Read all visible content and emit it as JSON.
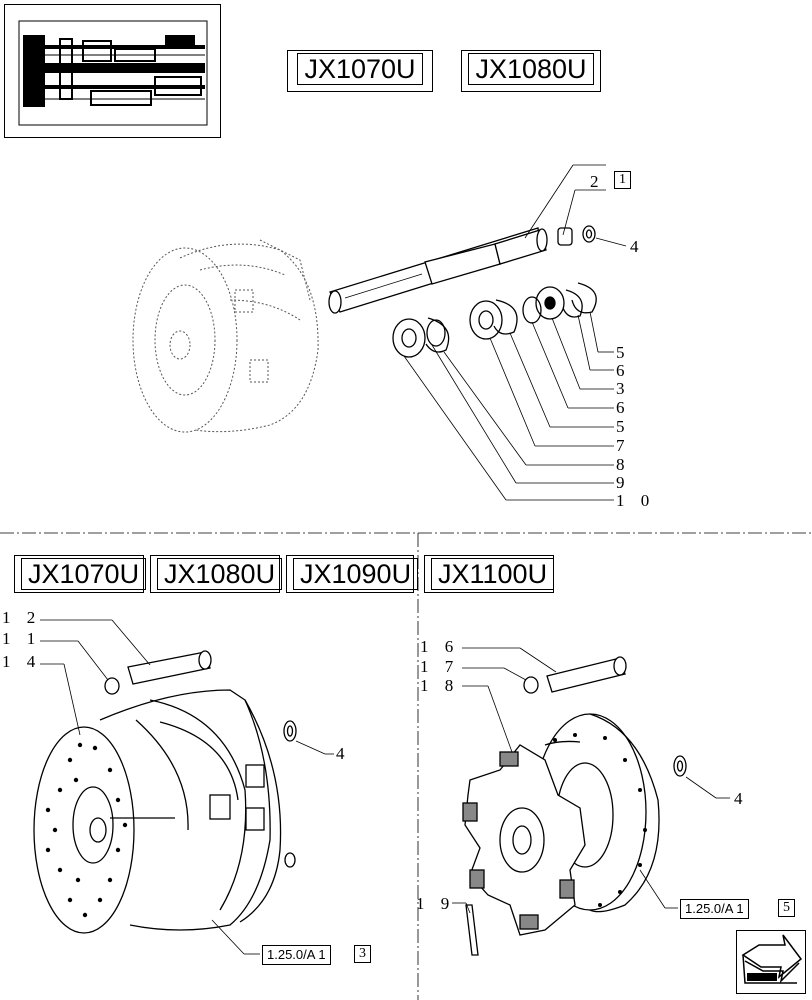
{
  "models": {
    "top": [
      "JX1070U",
      "JX1080U"
    ],
    "bottom_left": [
      "JX1070U",
      "JX1080U",
      "JX1090U"
    ],
    "bottom_right": [
      "JX1100U"
    ]
  },
  "callouts": {
    "top_ref_num": "2",
    "top_ref_sq": "1",
    "c4_top": "4",
    "top_list": [
      "5",
      "6",
      "3",
      "6",
      "5",
      "7",
      "8",
      "9",
      "1 0"
    ],
    "bl_12": "1 2",
    "bl_11": "1 1",
    "bl_14": "1 4",
    "bl_4": "4",
    "br_16": "1 6",
    "br_17": "1 7",
    "br_18": "1 8",
    "br_4": "4",
    "br_19": "1 9"
  },
  "refs": {
    "bl_ref": "1.25.0/A 1",
    "bl_sq": "3",
    "br_ref": "1.25.0/A 1",
    "br_sq": "5"
  },
  "icons": {
    "thumbnail": "transmission-section-thumbnail",
    "nav": "next-page-arrow-icon"
  }
}
